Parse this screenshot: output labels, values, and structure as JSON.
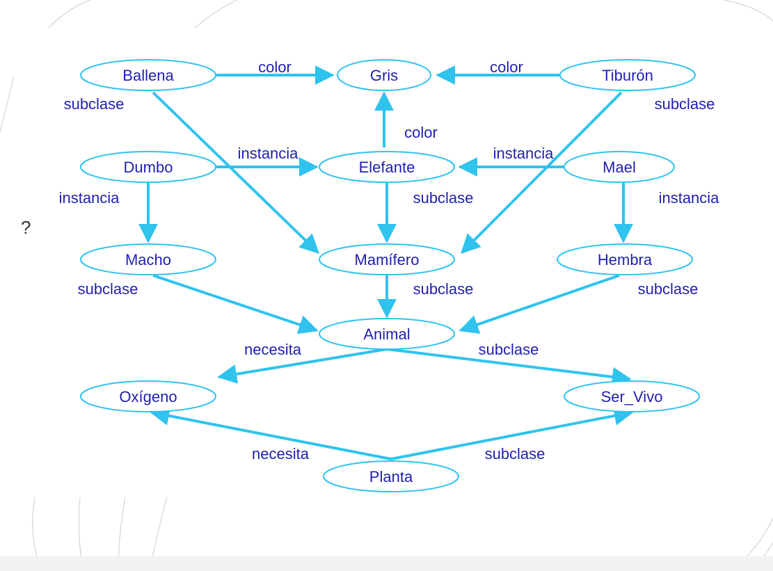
{
  "colors": {
    "node_stroke": "#2fc3ee",
    "node_fill": "#ffffff",
    "edge": "#2fc3ee",
    "text": "#1f1fb0",
    "deco_lines": "#cfcfcf"
  },
  "stray_mark": "?",
  "diagram": {
    "nodes": {
      "ballena": "Ballena",
      "gris": "Gris",
      "tiburon": "Tiburón",
      "dumbo": "Dumbo",
      "elefante": "Elefante",
      "mael": "Mael",
      "macho": "Macho",
      "mamifero": "Mamífero",
      "hembra": "Hembra",
      "animal": "Animal",
      "oxigeno": "Oxígeno",
      "ser_vivo": "Ser_Vivo",
      "planta": "Planta"
    },
    "edges": [
      {
        "from": "ballena",
        "to": "gris",
        "label": "color"
      },
      {
        "from": "tiburon",
        "to": "gris",
        "label": "color"
      },
      {
        "from": "elefante",
        "to": "gris",
        "label": "color"
      },
      {
        "from": "ballena",
        "to": "mamifero",
        "label": "subclase"
      },
      {
        "from": "tiburon",
        "to": "mamifero",
        "label": "subclase"
      },
      {
        "from": "dumbo",
        "to": "elefante",
        "label": "instancia"
      },
      {
        "from": "mael",
        "to": "elefante",
        "label": "instancia"
      },
      {
        "from": "dumbo",
        "to": "macho",
        "label": "instancia"
      },
      {
        "from": "elefante",
        "to": "mamifero",
        "label": "subclase"
      },
      {
        "from": "mael",
        "to": "hembra",
        "label": "instancia"
      },
      {
        "from": "macho",
        "to": "animal",
        "label": "subclase"
      },
      {
        "from": "mamifero",
        "to": "animal",
        "label": "subclase"
      },
      {
        "from": "hembra",
        "to": "animal",
        "label": "subclase"
      },
      {
        "from": "animal",
        "to": "oxigeno",
        "label": "necesita"
      },
      {
        "from": "animal",
        "to": "ser_vivo",
        "label": "subclase"
      },
      {
        "from": "planta",
        "to": "oxigeno",
        "label": "necesita"
      },
      {
        "from": "planta",
        "to": "ser_vivo",
        "label": "subclase"
      }
    ]
  }
}
